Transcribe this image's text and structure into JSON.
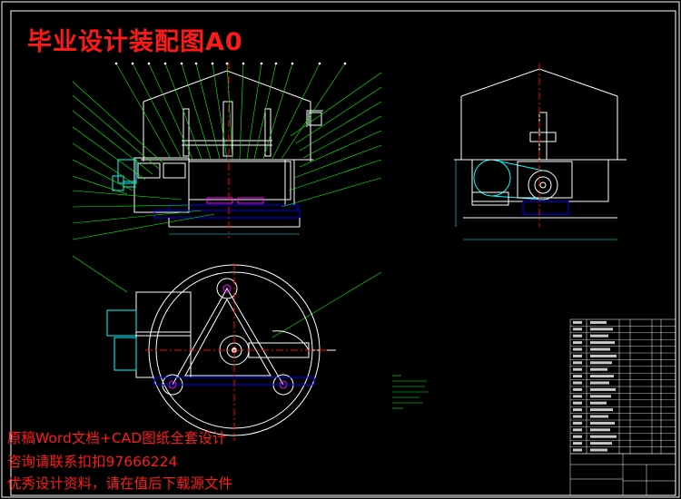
{
  "title": "毕业设计装配图A0",
  "footer": {
    "line1": "原稿Word文档+CAD图纸全套设计",
    "line2": "咨询请联系扣扣97666224",
    "line3": "优秀设计资料，请在值后下载源文件"
  },
  "colors": {
    "background": "#000000",
    "outline": "#ffffff",
    "title_red": "#ff1a1a",
    "leader_green": "#00ff00",
    "part_cyan": "#00ffff",
    "part_blue": "#0000ff",
    "part_magenta": "#ff00ff",
    "center_red": "#ff0000",
    "yellow": "#ffff00"
  }
}
